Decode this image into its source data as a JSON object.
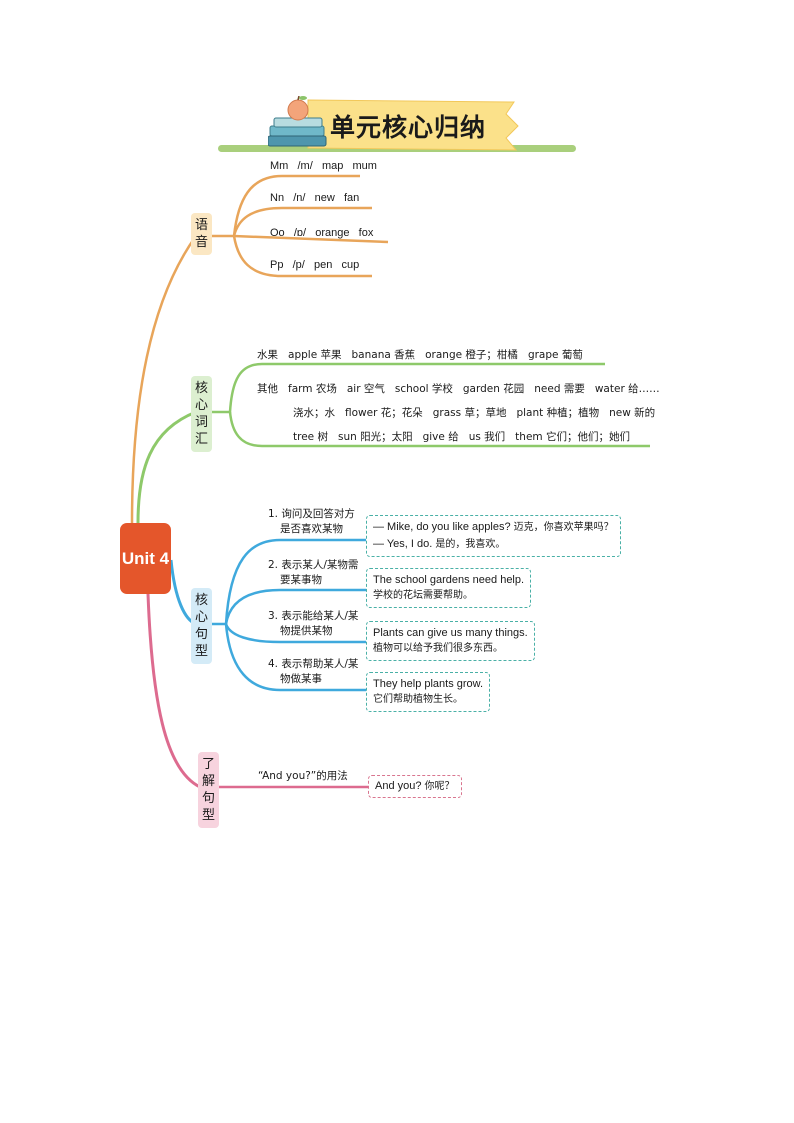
{
  "title": "单元核心归纳",
  "center": "Unit 4",
  "categories": {
    "phonics": [
      "语",
      "音"
    ],
    "vocab": [
      "核",
      "心",
      "词",
      "汇"
    ],
    "sentences": [
      "核",
      "心",
      "句",
      "型"
    ],
    "understand": [
      "了",
      "解",
      "句",
      "型"
    ]
  },
  "phonics": [
    "Mm   /m/   map   mum",
    "Nn   /n/   new   fan",
    "Oo   /ɒ/   orange   fox",
    "Pp   /p/   pen   cup"
  ],
  "vocab": {
    "fruit": "水果   apple 苹果   banana 香蕉   orange 橙子；柑橘   grape 葡萄",
    "other_line1": "其他   farm 农场   air 空气   school 学校   garden 花园   need 需要   water 给……",
    "other_line2": "浇水；水   flower 花；花朵   grass 草；草地   plant 种植；植物   new 新的",
    "other_line3": "tree 树   sun 阳光；太阳   give 给   us 我们   them 它们；他们；她们"
  },
  "sentences": [
    {
      "label1": "1. 询问及回答对方",
      "label2": "是否喜欢某物",
      "ex1": "— Mike, do you like apples? ",
      "ex1_zh": "迈克，你喜欢苹果吗？",
      "ex2": "— Yes,  I do. ",
      "ex2_zh": "是的，我喜欢。"
    },
    {
      "label1": "2. 表示某人/某物需",
      "label2": "要某事物",
      "ex1": "The school gardens need help.",
      "ex2_zh": "学校的花坛需要帮助。"
    },
    {
      "label1": "3. 表示能给某人/某",
      "label2": "物提供某物",
      "ex1": "Plants can give us many things.",
      "ex2_zh": "植物可以给予我们很多东西。"
    },
    {
      "label1": "4. 表示帮助某人/某",
      "label2": "物做某事",
      "ex1": "They help plants grow.",
      "ex2_zh": "它们帮助植物生长。"
    }
  ],
  "understand": {
    "label": "“And you?”的用法",
    "example": "And you? ",
    "example_zh": "你呢？"
  },
  "colors": {
    "center": "#e4562b",
    "phonics": "#e8a55a",
    "vocab": "#8ec96a",
    "sentences": "#3fa9dd",
    "understand": "#dd6b8f",
    "title_bar": "#a9cf7c"
  }
}
